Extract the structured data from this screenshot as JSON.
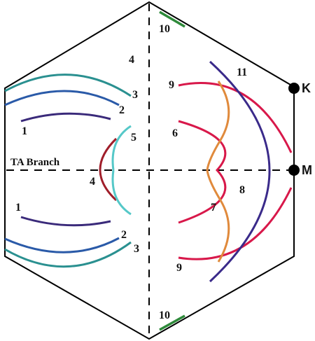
{
  "branch_label": "TA Branch",
  "points": {
    "K": "K",
    "M": "M"
  },
  "labels": {
    "l1a": "1",
    "l1b": "1",
    "l2a": "2",
    "l2b": "2",
    "l3a": "3",
    "l3b": "3",
    "l4a": "4",
    "l4b": "4",
    "l5": "5",
    "l6": "6",
    "l7": "7",
    "l8": "8",
    "l9a": "9",
    "l9b": "9",
    "l10a": "10",
    "l10b": "10",
    "l11": "11"
  },
  "colors": {
    "outline": "#000000",
    "curve_1": "#3a2a7a",
    "curve_2": "#2a5aa8",
    "curve_3": "#2a9090",
    "curve_4": "#a01e2a",
    "curve_5": "#55c8c8",
    "curve_6_7_9": "#d8184a",
    "curve_8": "#e08a3c",
    "curve_10": "#2e8a3a",
    "curve_11": "#3a2a8a"
  }
}
